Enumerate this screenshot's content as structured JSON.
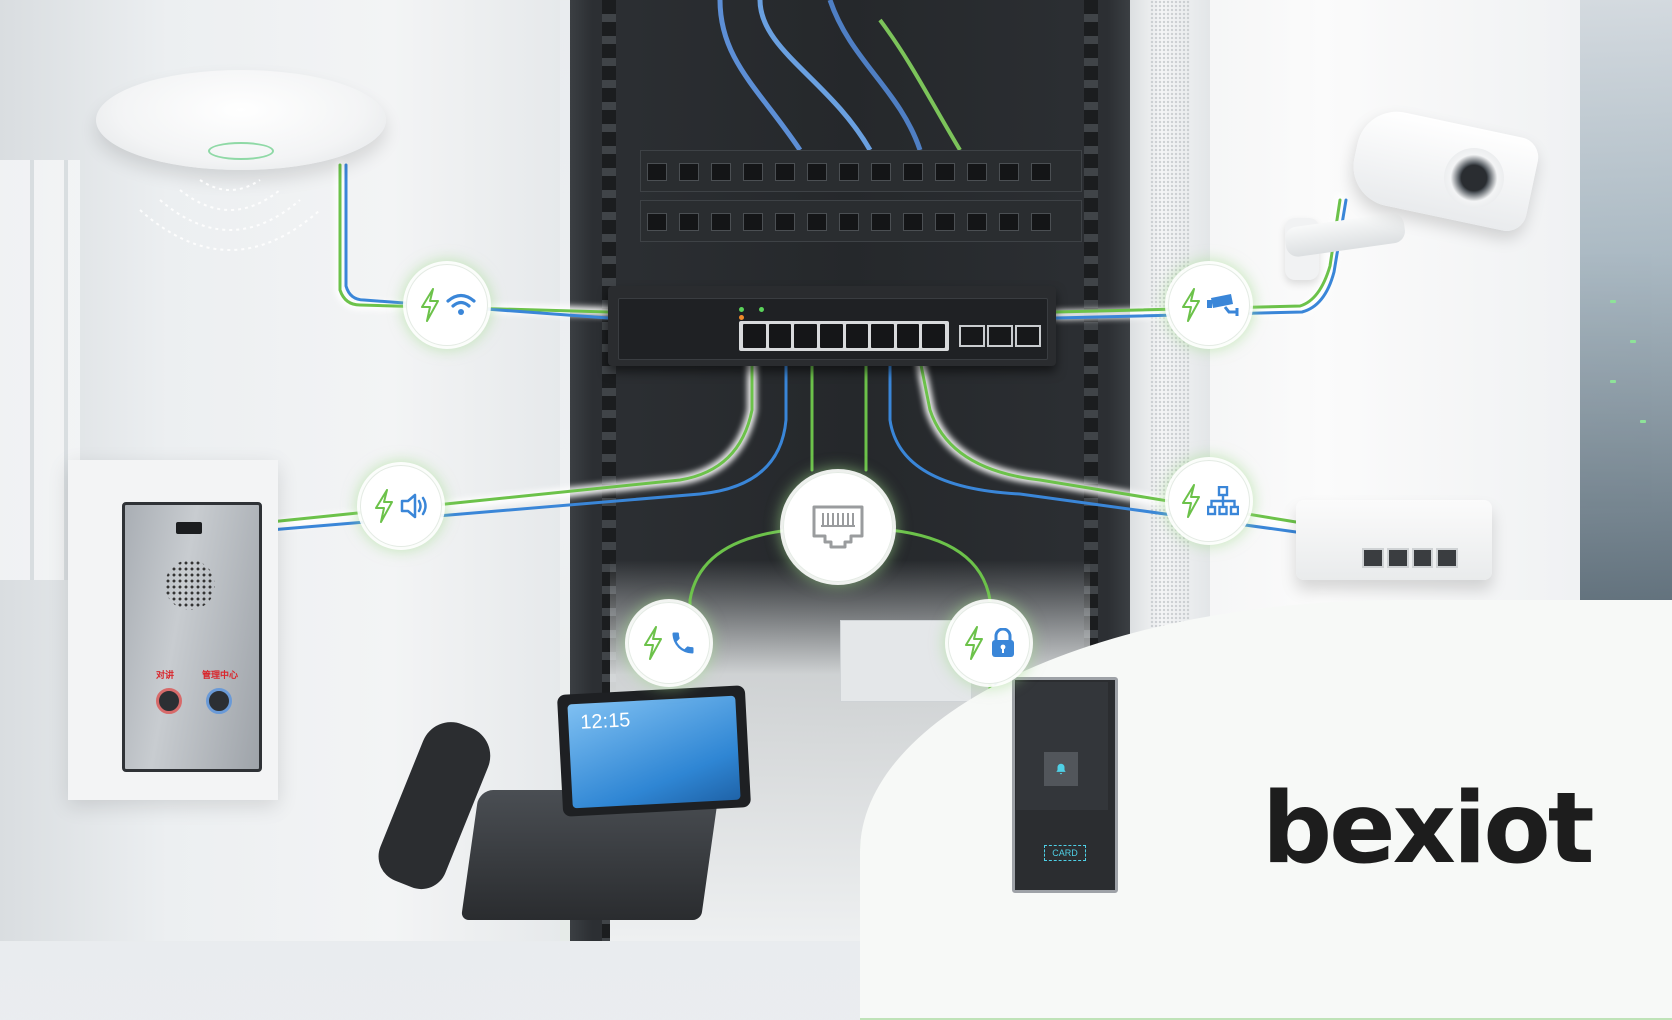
{
  "scene": {
    "title": "PoE network switch powering connected devices",
    "colors": {
      "power_green": "#6cc24a",
      "data_blue": "#3a86d8",
      "rack_dark": "#25282b",
      "badge_white": "#ffffff",
      "logo_black": "#1d1d1d",
      "intercom_label_red": "#d9262c",
      "door_accent_cyan": "#4fd0e6"
    }
  },
  "central_switch": {
    "rj45_ports": 8,
    "sfp_ports": 3,
    "hub_icon": "ethernet-port-icon"
  },
  "badges": [
    {
      "id": "wifi",
      "icons": [
        "lightning-icon",
        "wifi-icon"
      ],
      "device": "Ceiling Wi-Fi access point"
    },
    {
      "id": "camera",
      "icons": [
        "lightning-icon",
        "cctv-camera-icon"
      ],
      "device": "Bullet IP camera"
    },
    {
      "id": "audio",
      "icons": [
        "lightning-icon",
        "speaker-icon"
      ],
      "device": "SIP intercom panel"
    },
    {
      "id": "network",
      "icons": [
        "lightning-icon",
        "network-topology-icon"
      ],
      "device": "4-port switch"
    },
    {
      "id": "phone",
      "icons": [
        "lightning-icon",
        "phone-icon"
      ],
      "device": "IP video phone"
    },
    {
      "id": "access",
      "icons": [
        "lightning-icon",
        "lock-icon"
      ],
      "device": "Door access station"
    }
  ],
  "intercom": {
    "left_button_label": "对讲",
    "right_button_label": "管理中心"
  },
  "ip_phone": {
    "clock": "12:15"
  },
  "door_station": {
    "card_label": "CARD"
  },
  "logo": {
    "text": "bexiot"
  }
}
